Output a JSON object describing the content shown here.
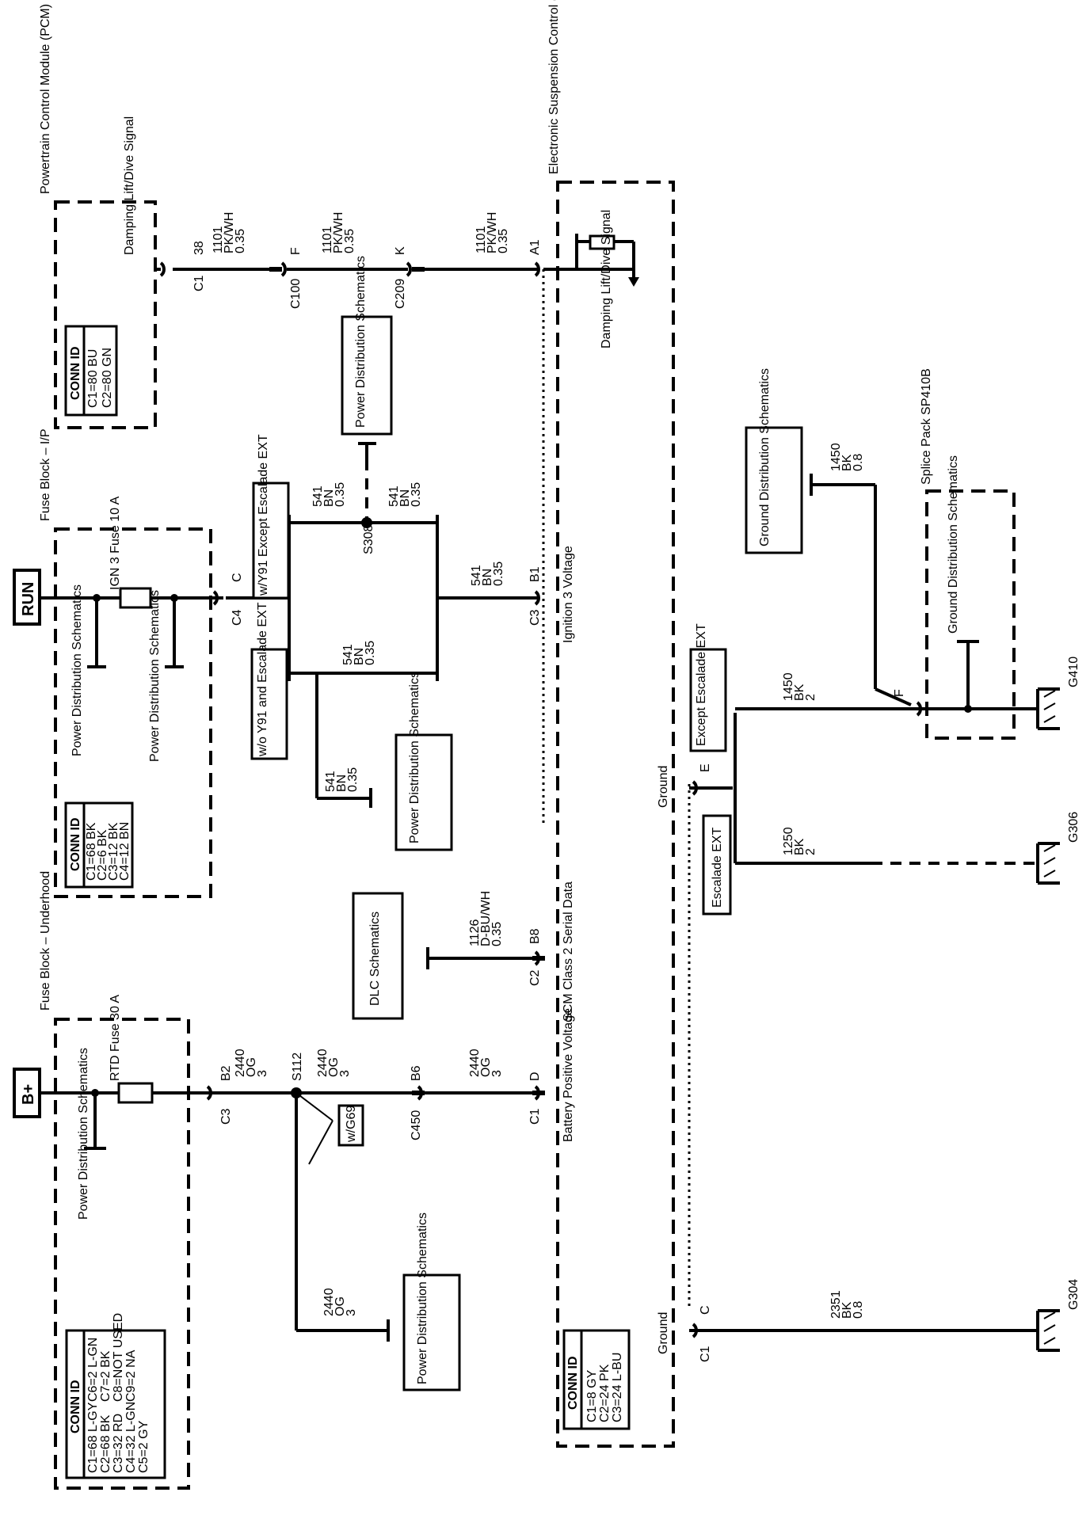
{
  "modules": {
    "pcm": {
      "title": "Powertrain Control Module (PCM)",
      "pin_label": "Damping Lift/Dive Signal"
    },
    "fuse_ip": {
      "title": "Fuse Block – I/P",
      "fuse": "IGN 3 Fuse 10 A"
    },
    "fuse_uh": {
      "title": "Fuse Block – Underhood",
      "fuse": "RTD Fuse 30 A"
    },
    "esc": {
      "title": "Electronic Suspension Control (ESC) Module",
      "damping": "Damping Lift/Dive Signal",
      "ign": "Ignition 3 Voltage",
      "serial": "SCM Class 2 Serial Data",
      "batt": "Battery Positive Voltage",
      "ground1": "Ground",
      "ground2": "Ground"
    },
    "splice_pack": "Splice Pack SP410B"
  },
  "power": {
    "run": "RUN",
    "bplus": "B+"
  },
  "conn_ids": {
    "pcm": {
      "title": "CONN ID",
      "lines": [
        "C1=80 BU",
        "C2=80 GN"
      ]
    },
    "fuse_ip": {
      "title": "CONN ID",
      "lines": [
        "C1=68 BK",
        "C2=6 BK",
        "C3=12 BK",
        "C4=12 BN"
      ]
    },
    "fuse_uh": {
      "title": "CONN ID",
      "col1": [
        "C1=68 L-GY",
        "C2=68 BK",
        "C3=32 RD",
        "C4=32 L-GN",
        "C5=2 GY"
      ],
      "col2": [
        "C6=2 L-GN",
        "C7=2 BK",
        "C8=NOT USED",
        "C9=2 NA"
      ]
    },
    "esc": {
      "title": "CONN ID",
      "lines": [
        "C1=8 GY",
        "C2=24 PK",
        "C3=24 L-BU"
      ]
    }
  },
  "refs": {
    "pd": "Power Distribution Schematics",
    "gd": "Ground Distribution Schematics",
    "dlc": "DLC Schematics"
  },
  "options": {
    "with_y91": "w/Y91 Except Escalade EXT",
    "without_y91": "w/o Y91 and Escalade EXT",
    "except_ext": "Except Escalade EXT",
    "ext": "Escalade EXT",
    "g69": "w/G69"
  },
  "wires": {
    "w1101": [
      "1101",
      "PK/WH",
      "0.35"
    ],
    "w541": [
      "541",
      "BN",
      "0.35"
    ],
    "w1126": [
      "1126",
      "D-BU/WH",
      "0.35"
    ],
    "w2440": [
      "2440",
      "OG",
      "3"
    ],
    "w1450a": [
      "1450",
      "BK",
      "2"
    ],
    "w1450b": [
      "1450",
      "BK",
      "0.8"
    ],
    "w1250": [
      "1250",
      "BK",
      "2"
    ],
    "w2351": [
      "2351",
      "BK",
      "0.8"
    ]
  },
  "connectors": {
    "c1": "C1",
    "c2": "C2",
    "c3": "C3",
    "c4": "C4",
    "c100": "C100",
    "c209": "C209",
    "c450": "C450",
    "p38": "38",
    "pF": "F",
    "pK": "K",
    "pA1": "A1",
    "pB1": "B1",
    "pC": "C",
    "pB8": "B8",
    "pD": "D",
    "pB2": "B2",
    "pB6": "B6",
    "pE": "E"
  },
  "splices": {
    "s308": "S308",
    "s112": "S112"
  },
  "grounds": {
    "g410": "G410",
    "g306": "G306",
    "g304": "G304"
  }
}
